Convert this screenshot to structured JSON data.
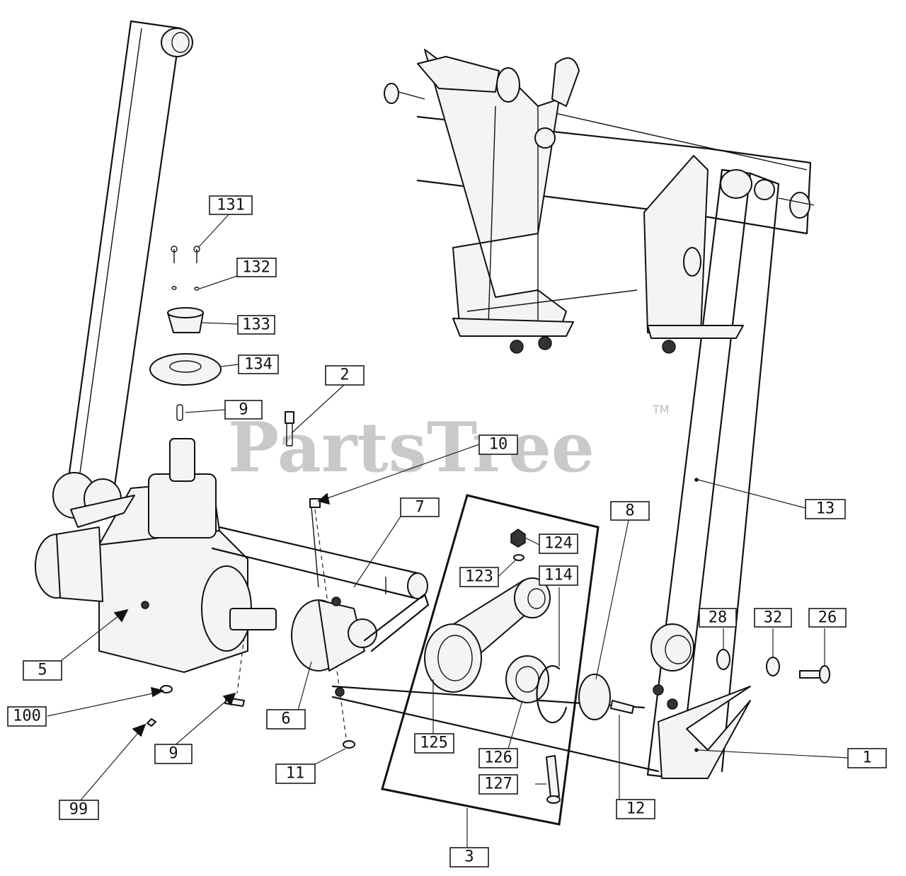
{
  "watermark": {
    "text": "PartsTree",
    "tm": "TM"
  },
  "callouts": [
    {
      "id": "c131",
      "text": "131"
    },
    {
      "id": "c132",
      "text": "132"
    },
    {
      "id": "c133",
      "text": "133"
    },
    {
      "id": "c134",
      "text": "134"
    },
    {
      "id": "c9a",
      "text": "9"
    },
    {
      "id": "c2",
      "text": "2"
    },
    {
      "id": "c10",
      "text": "10"
    },
    {
      "id": "c7",
      "text": "7"
    },
    {
      "id": "c8",
      "text": "8"
    },
    {
      "id": "c13",
      "text": "13"
    },
    {
      "id": "c124",
      "text": "124"
    },
    {
      "id": "c123",
      "text": "123"
    },
    {
      "id": "c114",
      "text": "114"
    },
    {
      "id": "c28",
      "text": "28"
    },
    {
      "id": "c32",
      "text": "32"
    },
    {
      "id": "c26",
      "text": "26"
    },
    {
      "id": "c5",
      "text": "5"
    },
    {
      "id": "c100",
      "text": "100"
    },
    {
      "id": "c6",
      "text": "6"
    },
    {
      "id": "c9b",
      "text": "9"
    },
    {
      "id": "c99",
      "text": "99"
    },
    {
      "id": "c11",
      "text": "11"
    },
    {
      "id": "c125",
      "text": "125"
    },
    {
      "id": "c126",
      "text": "126"
    },
    {
      "id": "c127",
      "text": "127"
    },
    {
      "id": "c12",
      "text": "12"
    },
    {
      "id": "c1",
      "text": "1"
    },
    {
      "id": "c3",
      "text": "3"
    }
  ]
}
